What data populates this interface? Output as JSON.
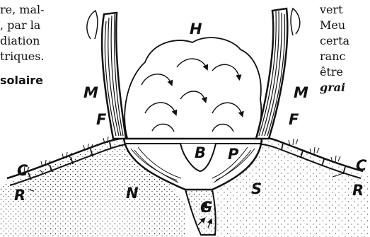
{
  "left_text": {
    "lines": [
      "re, mal-",
      ", par la",
      "diation",
      "triques."
    ],
    "heading": "solaire"
  },
  "right_text": {
    "lines": [
      "vert",
      "Meu",
      "certa",
      "ranc",
      "être"
    ],
    "italic_line": "grai"
  },
  "figure": {
    "labels": {
      "H": "H",
      "M_left": "M",
      "M_right": "M",
      "F_left": "F",
      "F_right": "F",
      "C_left": "C",
      "C_right": "C",
      "R_left": "R",
      "R_right": "R",
      "B": "B",
      "P": "P",
      "N": "N",
      "S": "S",
      "G": "G"
    },
    "ink_color": "#111111",
    "paper_color": "#ffffff"
  }
}
